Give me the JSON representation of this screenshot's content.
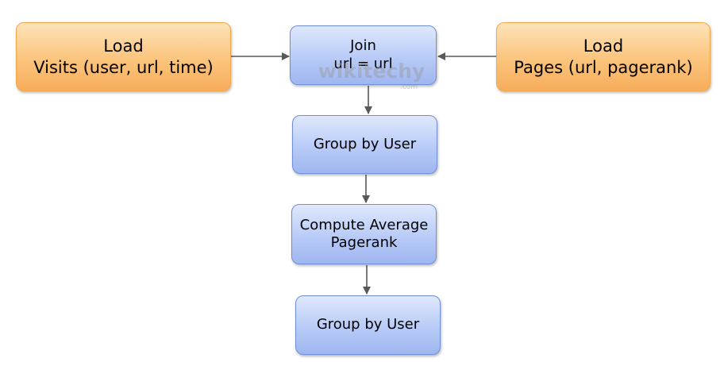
{
  "nodes": {
    "load_visits": {
      "line1": "Load",
      "line2": "Visits (user, url, time)"
    },
    "join": {
      "line1": "Join",
      "line2": "url = url"
    },
    "load_pages": {
      "line1": "Load",
      "line2": "Pages (url, pagerank)"
    },
    "group_by_user_1": {
      "line1": "Group by User"
    },
    "compute_average": {
      "line1": "Compute Average",
      "line2": "Pagerank"
    },
    "group_by_user_2": {
      "line1": "Group by User"
    }
  },
  "watermark": {
    "brand": "wikitechy",
    "domain": ".com"
  },
  "colors": {
    "orange_fill": "#fbc47c",
    "orange_border": "#f3a748",
    "blue_fill": "#b8cbf7",
    "blue_border": "#6f8fd8",
    "arrow": "#595959"
  }
}
